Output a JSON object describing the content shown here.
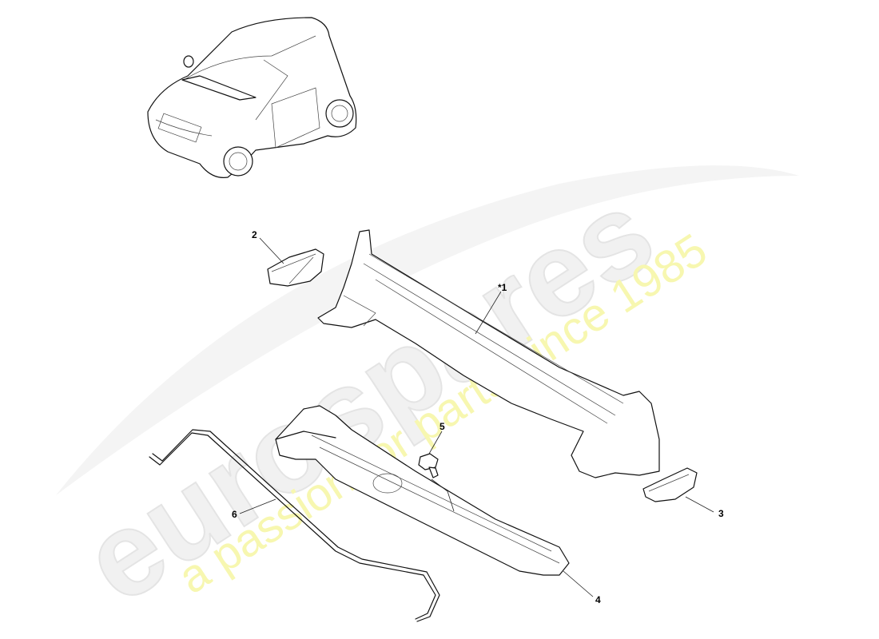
{
  "diagram": {
    "type": "exploded-parts-diagram",
    "subject": "Cowl / scuttle panel assembly",
    "overview_thumbnail": "car-isometric-with-cowl-highlighted",
    "callouts": [
      {
        "id": "1",
        "label": "*1",
        "part": "cowl-top-panel"
      },
      {
        "id": "2",
        "label": "2",
        "part": "left-bracket"
      },
      {
        "id": "3",
        "label": "3",
        "part": "right-bracket"
      },
      {
        "id": "4",
        "label": "4",
        "part": "cowl-lower-panel"
      },
      {
        "id": "5",
        "label": "5",
        "part": "bolt"
      },
      {
        "id": "6",
        "label": "6",
        "part": "seal-strip"
      }
    ]
  },
  "watermark": {
    "brand": "eurospares",
    "tagline": "a passion for parts since 1985",
    "brand_color": "#f1f1f1",
    "tagline_color": "#f7f7b0"
  }
}
